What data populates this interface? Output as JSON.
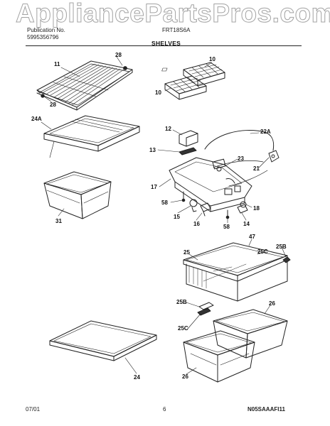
{
  "watermark": "AppliancePartsPros.com",
  "header": {
    "publication_label": "Publication No.",
    "publication_number": "5995356796",
    "model": "FRT18S6A",
    "section": "SHELVES"
  },
  "footer": {
    "date": "07/01",
    "page": "6",
    "code": "N05SAAAFI11"
  },
  "callouts": [
    "11",
    "28",
    "28",
    "10",
    "10",
    "24A",
    "12",
    "22A",
    "13",
    "23",
    "21",
    "17",
    "31",
    "58",
    "18",
    "15",
    "16",
    "58",
    "14",
    "47",
    "25B",
    "25",
    "25C",
    "25B",
    "25C",
    "26",
    "24",
    "26"
  ]
}
